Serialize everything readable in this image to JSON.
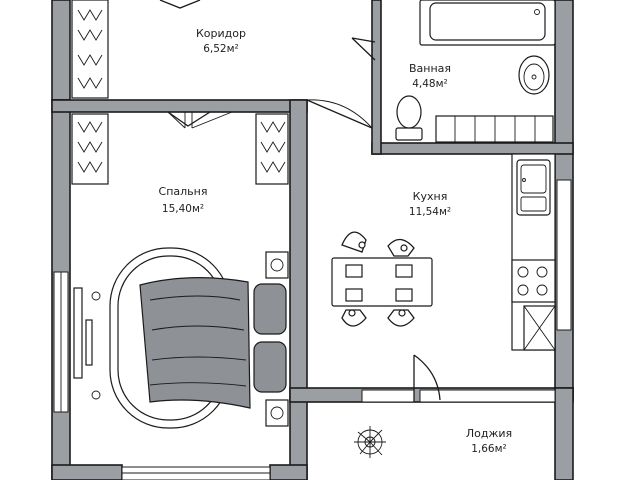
{
  "rooms": [
    {
      "id": "corridor",
      "name": "Коридор",
      "area": "6,52м²"
    },
    {
      "id": "bathroom",
      "name": "Ванная",
      "area": "4,48м²"
    },
    {
      "id": "bedroom",
      "name": "Спальня",
      "area": "15,40м²"
    },
    {
      "id": "kitchen",
      "name": "Кухня",
      "area": "11,54м²"
    },
    {
      "id": "loggia",
      "name": "Лоджия",
      "area": "1,66м²"
    }
  ]
}
